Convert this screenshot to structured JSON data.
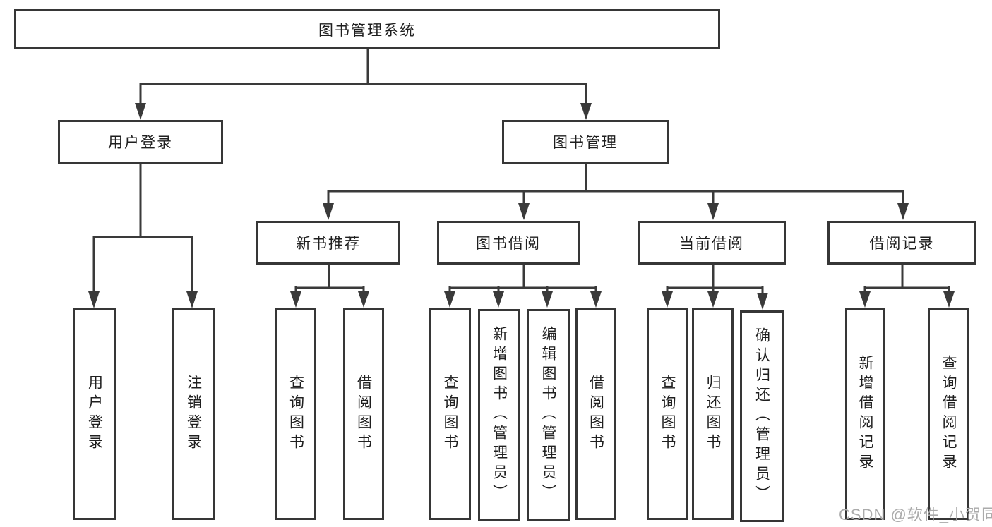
{
  "tree": {
    "root": {
      "label": "图书管理系统",
      "children": [
        {
          "label": "用户登录",
          "children": [
            {
              "label": "用户登录"
            },
            {
              "label": "注销登录"
            }
          ]
        },
        {
          "label": "图书管理",
          "children": [
            {
              "label": "新书推荐",
              "children": [
                {
                  "label": "查询图书"
                },
                {
                  "label": "借阅图书"
                }
              ]
            },
            {
              "label": "图书借阅",
              "children": [
                {
                  "label": "查询图书"
                },
                {
                  "label": "新增图书（管理员）"
                },
                {
                  "label": "编辑图书（管理员）"
                },
                {
                  "label": "借阅图书"
                }
              ]
            },
            {
              "label": "当前借阅",
              "children": [
                {
                  "label": "查询图书"
                },
                {
                  "label": "归还图书"
                },
                {
                  "label": "确认归还（管理员）"
                }
              ]
            },
            {
              "label": "借阅记录",
              "children": [
                {
                  "label": "新增借阅记录"
                },
                {
                  "label": "查询借阅记录"
                }
              ]
            }
          ]
        }
      ]
    }
  },
  "watermark": {
    "text": "CSDN @软件_小贺同学"
  },
  "colors": {
    "line": "#3a3a3a",
    "border": "#363636",
    "text": "#1f1f1f",
    "watermark": "#ababab",
    "background": "#ffffff"
  }
}
